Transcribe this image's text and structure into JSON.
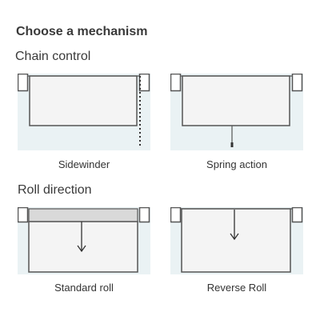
{
  "title": "Choose a mechanism",
  "sections": [
    {
      "heading": "Chain control",
      "options": [
        {
          "label": "Sidewinder",
          "icon": "sidewinder-chain-icon"
        },
        {
          "label": "Spring action",
          "icon": "spring-action-icon"
        }
      ]
    },
    {
      "heading": "Roll direction",
      "options": [
        {
          "label": "Standard roll",
          "icon": "standard-roll-icon"
        },
        {
          "label": "Reverse Roll",
          "icon": "reverse-roll-icon"
        }
      ]
    }
  ],
  "colors": {
    "window_background": "#eaf2f4",
    "frame": "#555555",
    "blind_fill": "#f4f4f4",
    "roll_shade": "#d9d9d9"
  }
}
